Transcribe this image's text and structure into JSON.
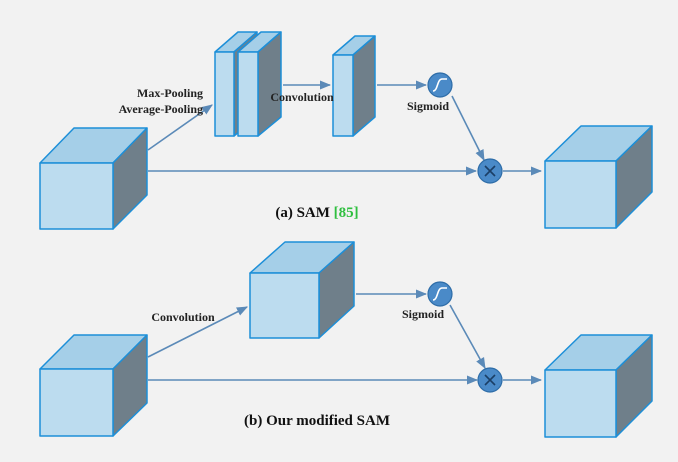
{
  "colors": {
    "background": "#f2f2f2",
    "cube_front": "#bcdcef",
    "cube_top": "#a5cfe8",
    "cube_side": "#6f7f8a",
    "cube_stroke": "#1d8fd8",
    "arrow": "#5b8ab8",
    "node_fill": "#4a8ac8",
    "node_stroke": "#2e6da8",
    "citation": "#2fbf3f"
  },
  "diagram_a": {
    "pooling_label_line1": "Max-Pooling",
    "pooling_label_line2": "Average-Pooling",
    "conv_label": "Convolution",
    "sigmoid_label": "Sigmoid",
    "caption_prefix": "(a) SAM ",
    "caption_citation": "[85]",
    "sigmoid_icon": "sigmoid-curve-icon",
    "multiply_icon": "multiply-icon"
  },
  "diagram_b": {
    "conv_label": "Convolution",
    "sigmoid_label": "Sigmoid",
    "caption": "(b) Our modified SAM",
    "sigmoid_icon": "sigmoid-curve-icon",
    "multiply_icon": "multiply-icon"
  }
}
